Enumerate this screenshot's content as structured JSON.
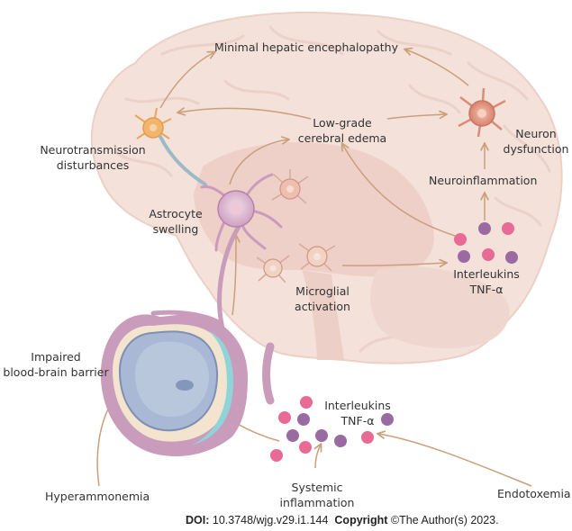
{
  "labels": {
    "minimal_he": "Minimal hepatic encephalopathy",
    "neurotransmission": [
      "Neurotransmission",
      "disturbances"
    ],
    "low_grade_edema": [
      "Low-grade",
      "cerebral edema"
    ],
    "neuron_dysfunction": [
      "Neuron",
      "dysfunction"
    ],
    "neuroinflammation": "Neuroinflammation",
    "astrocyte_swelling": [
      "Astrocyte",
      "swelling"
    ],
    "interleukins_brain": [
      "Interleukins",
      "TNF-α"
    ],
    "microglial_activation": [
      "Microglial",
      "activation"
    ],
    "impaired_bbb": [
      "Impaired",
      "blood-brain barrier"
    ],
    "interleukins_blood": [
      "Interleukins",
      "TNF-α"
    ],
    "hyperammonemia": "Hyperammonemia",
    "systemic_inflammation": [
      "Systemic",
      "inflammation"
    ],
    "endotoxemia": "Endotoxemia"
  },
  "footer": {
    "doi_label": "DOI:",
    "doi_value": "10.3748/wjg.v29.i1.144",
    "copyright_label": "Copyright",
    "copyright_value": "©The Author(s) 2023."
  },
  "colors": {
    "brain": "#f3ddd6",
    "arrow": "#c9a07a",
    "astrocyte": "#c99cbc",
    "neuron": "#d98d78",
    "cytokine_pink": "#e86b96",
    "cytokine_purple": "#9a6aa3",
    "vessel": "#b9c7dc"
  }
}
